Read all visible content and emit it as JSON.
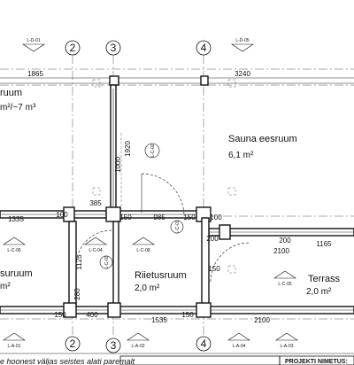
{
  "rooms": {
    "top_left_name": "ruum",
    "top_left_area": "m²/~7 m³",
    "sauna_name": "Sauna eesruum",
    "sauna_area": "6,1 m²",
    "bottom_left_name": "suruum",
    "bottom_left_area": "m²",
    "dressing_name": "Riietusruum",
    "dressing_area": "2,0 m²",
    "terrace_name": "Terrass",
    "terrace_area": "2,0 m²"
  },
  "axes": {
    "a2_top": "2",
    "a3_top": "3",
    "a4_top": "4",
    "a2_bottom": "2",
    "a3_bottom": "3",
    "a4_bottom": "4"
  },
  "dimensions": {
    "top_left": "1865",
    "top_right": "3240",
    "wall_v1": "1920",
    "wall_v2": "1000",
    "d385": "385",
    "d150a": "150",
    "d985": "985",
    "d150b": "150",
    "d100a": "100",
    "d1335": "1335",
    "d100b": "100",
    "d200a": "200",
    "d200b": "200",
    "d1165": "1165",
    "d2100a": "2100",
    "d150c": "150",
    "d1125": "1125",
    "d280": "280",
    "d150d": "150",
    "d400": "400",
    "d1535": "1535",
    "d150e": "150",
    "d2100b": "2100"
  },
  "markers": {
    "m1": "L-D-01",
    "m2": "L-D-05",
    "m3": "L-C-02",
    "m4": "L-C-01",
    "m5": "L-C-06",
    "m6": "L-C-04",
    "m7": "L-C-08",
    "m8": "L-C-03",
    "m9": "L-C-05",
    "m10": "L-A-01",
    "m11": "L-A-02",
    "m12": "L-A-04",
    "m13": "L-A-03"
  },
  "footer": {
    "note": "e hoonest väljas seistes alati paremalt",
    "project_label": "PROJEKTI NIMETUS:"
  }
}
